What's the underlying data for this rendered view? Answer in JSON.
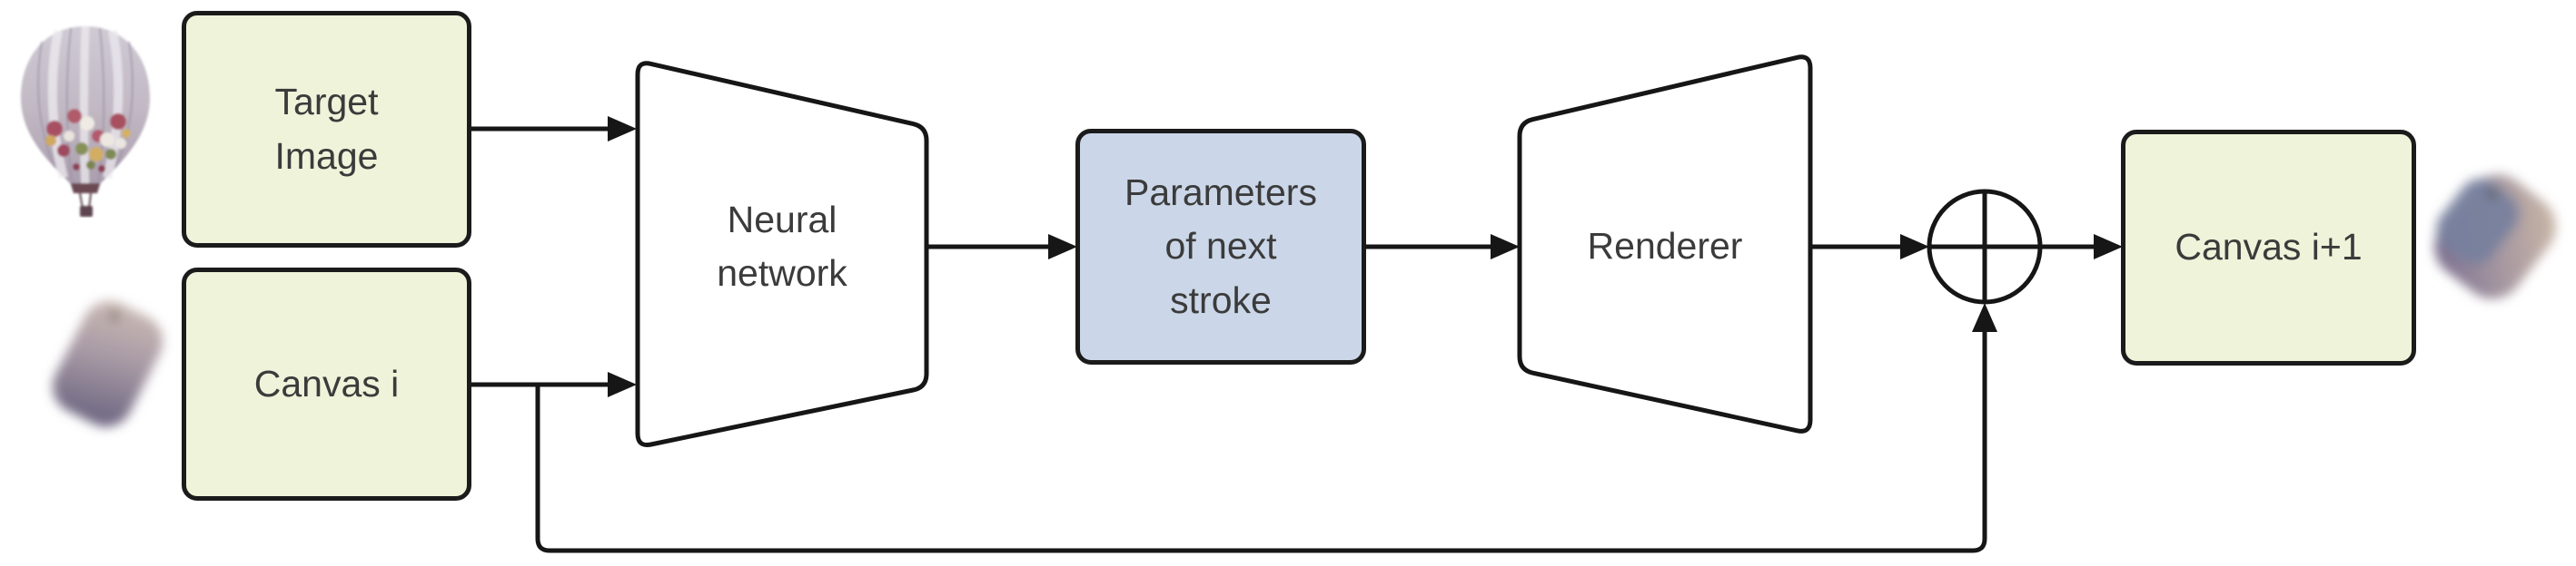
{
  "diagram": {
    "type": "flowchart",
    "nodes": [
      {
        "id": "target-image",
        "label": "Target\nImage",
        "shape": "rounded-rect",
        "fill": "#eef3da"
      },
      {
        "id": "canvas-i",
        "label": "Canvas i",
        "shape": "rounded-rect",
        "fill": "#eef3da"
      },
      {
        "id": "neural-network",
        "label": "Neural\nnetwork",
        "shape": "trapezoid-narrow-right",
        "fill": "#ffffff"
      },
      {
        "id": "next-stroke-parameters",
        "label": "Parameters\nof next\nstroke",
        "shape": "rounded-rect",
        "fill": "#cbd7e8"
      },
      {
        "id": "renderer",
        "label": "Renderer",
        "shape": "trapezoid-wide-right",
        "fill": "#ffffff"
      },
      {
        "id": "sum",
        "label": "⊕",
        "shape": "circle-plus",
        "fill": "#ffffff"
      },
      {
        "id": "canvas-i-plus-1",
        "label": "Canvas i+1",
        "shape": "rounded-rect",
        "fill": "#eef3da"
      }
    ],
    "edges": [
      {
        "from": "target-image",
        "to": "neural-network"
      },
      {
        "from": "canvas-i",
        "to": "neural-network"
      },
      {
        "from": "neural-network",
        "to": "next-stroke-parameters"
      },
      {
        "from": "next-stroke-parameters",
        "to": "renderer"
      },
      {
        "from": "renderer",
        "to": "sum"
      },
      {
        "from": "sum",
        "to": "canvas-i-plus-1"
      },
      {
        "from": "canvas-i",
        "to": "sum",
        "route": "bottom-feedback-loop"
      }
    ],
    "illustrations": [
      {
        "id": "target-photo",
        "description": "hot-air-balloon-photo"
      },
      {
        "id": "canvas-i-painting",
        "description": "blurry-early-stroke-canvas"
      },
      {
        "id": "canvas-i-plus-1-painting",
        "description": "blurry-canvas-with-added-stroke"
      }
    ],
    "colors": {
      "node_green": "#eef3da",
      "node_blue": "#cbd7e8",
      "outline": "#161616",
      "text": "#3b3b3b",
      "background": "#ffffff"
    }
  }
}
